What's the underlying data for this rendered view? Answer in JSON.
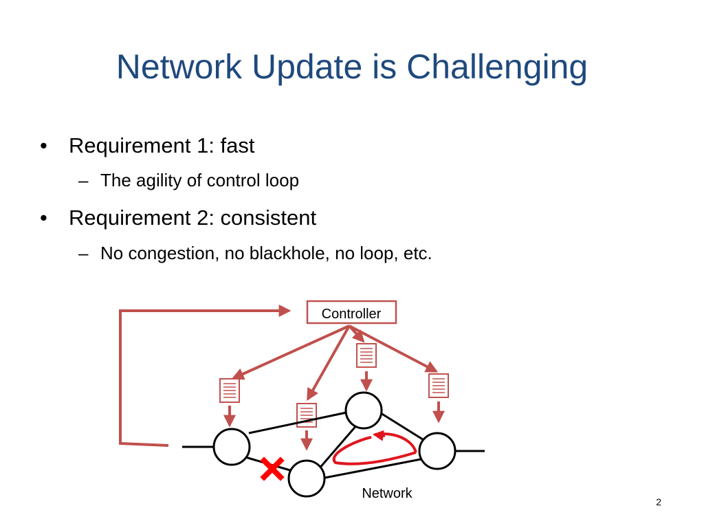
{
  "slide": {
    "title": "Network Update is Challenging",
    "bullets": [
      {
        "text": "Requirement 1: fast",
        "sub": "The agility of control loop"
      },
      {
        "text": "Requirement 2: consistent",
        "sub": "No congestion, no blackhole, no loop, etc."
      }
    ],
    "bullet_mark": "•",
    "sub_mark": "–",
    "page_number": "2"
  },
  "diagram": {
    "controller_label": "Controller",
    "network_label": "Network",
    "colors": {
      "arrow": "#c0504d",
      "loop": "#e0161e",
      "failure": "#ff0000",
      "node_stroke": "#000000"
    },
    "icons": [
      "document-icon",
      "failure-x-icon",
      "loop-arrow-icon"
    ]
  }
}
